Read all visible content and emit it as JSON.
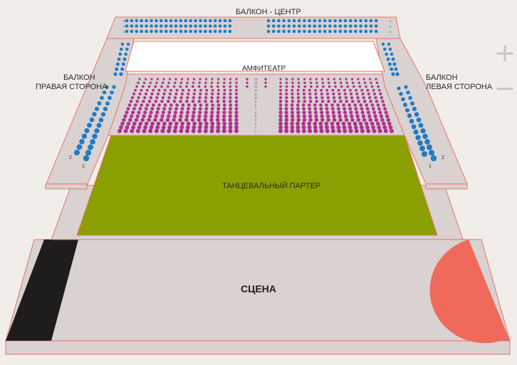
{
  "sections": {
    "balcony_center": "БАЛКОН - ЦЕНТР",
    "amphitheater": "АМФИТЕАТР",
    "balcony_right_line1": "БАЛКОН",
    "balcony_right_line2": "ПРАВАЯ СТОРОНА",
    "balcony_left_line1": "БАЛКОН",
    "balcony_left_line2": "ЛЕВАЯ СТОРОНА",
    "dance_floor": "ТАНЦЕВАЛЬНЫЙ ПАРТЕР",
    "stage": "СЦЕНА"
  },
  "side_balcony_rows": {
    "right": [
      "2",
      "1"
    ],
    "left": [
      "1",
      "2"
    ]
  },
  "amphitheater_rows": [
    "15",
    "14",
    "13",
    "12",
    "11",
    "10",
    "9",
    "8",
    "7",
    "6",
    "5",
    "4",
    "3",
    "2",
    "1"
  ],
  "balcony_center_rows": [
    "3",
    "2",
    "1"
  ],
  "zoom": {
    "in_icon": "+",
    "out_icon": "−"
  },
  "colors": {
    "background": "#f1eeea",
    "platform": "#d9d2d0",
    "outline": "#e8736a",
    "balcony_seat": "#1f7bc4",
    "amphitheater_seat": "#b0318f",
    "dance_floor": "#8aa000",
    "stage_left": "#1f1c1c",
    "stage_right": "#ef6a5b"
  }
}
